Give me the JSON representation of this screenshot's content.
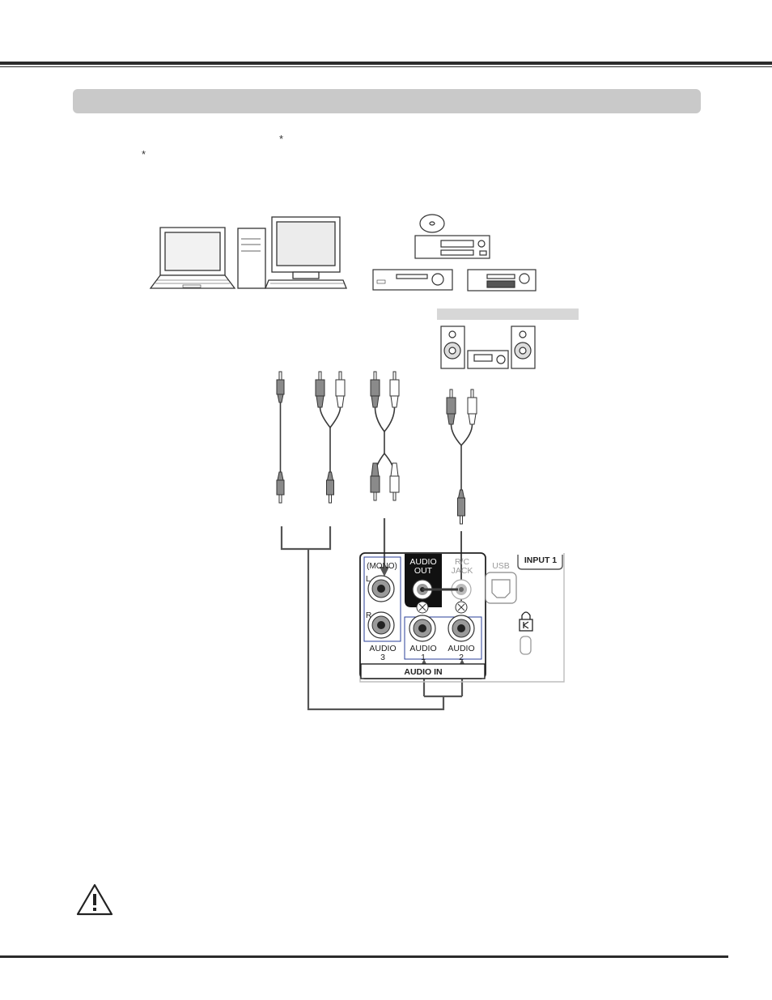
{
  "page": {
    "asterisks": [
      "*",
      "*"
    ]
  },
  "panel": {
    "mono_label": "(MONO)",
    "l_label": "L",
    "r_label": "R",
    "audio_out_line1": "AUDIO",
    "audio_out_line2": "OUT",
    "rc_jack_line1": "R/C",
    "rc_jack_line2": "JACK",
    "usb_label": "USB",
    "input1_label": "INPUT 1",
    "audio3_line1": "AUDIO",
    "audio3_line2": "3",
    "audio1_line1": "AUDIO",
    "audio1_line2": "1",
    "audio2_line1": "AUDIO",
    "audio2_line2": "2",
    "audio_in_label": "AUDIO IN"
  },
  "colors": {
    "rule": "#2b2b2b",
    "section_bar": "#c9c9c9",
    "plug_gray": "#8a8a8a",
    "cable": "#3a3a3a",
    "panel_blue": "#2a3f9a"
  }
}
